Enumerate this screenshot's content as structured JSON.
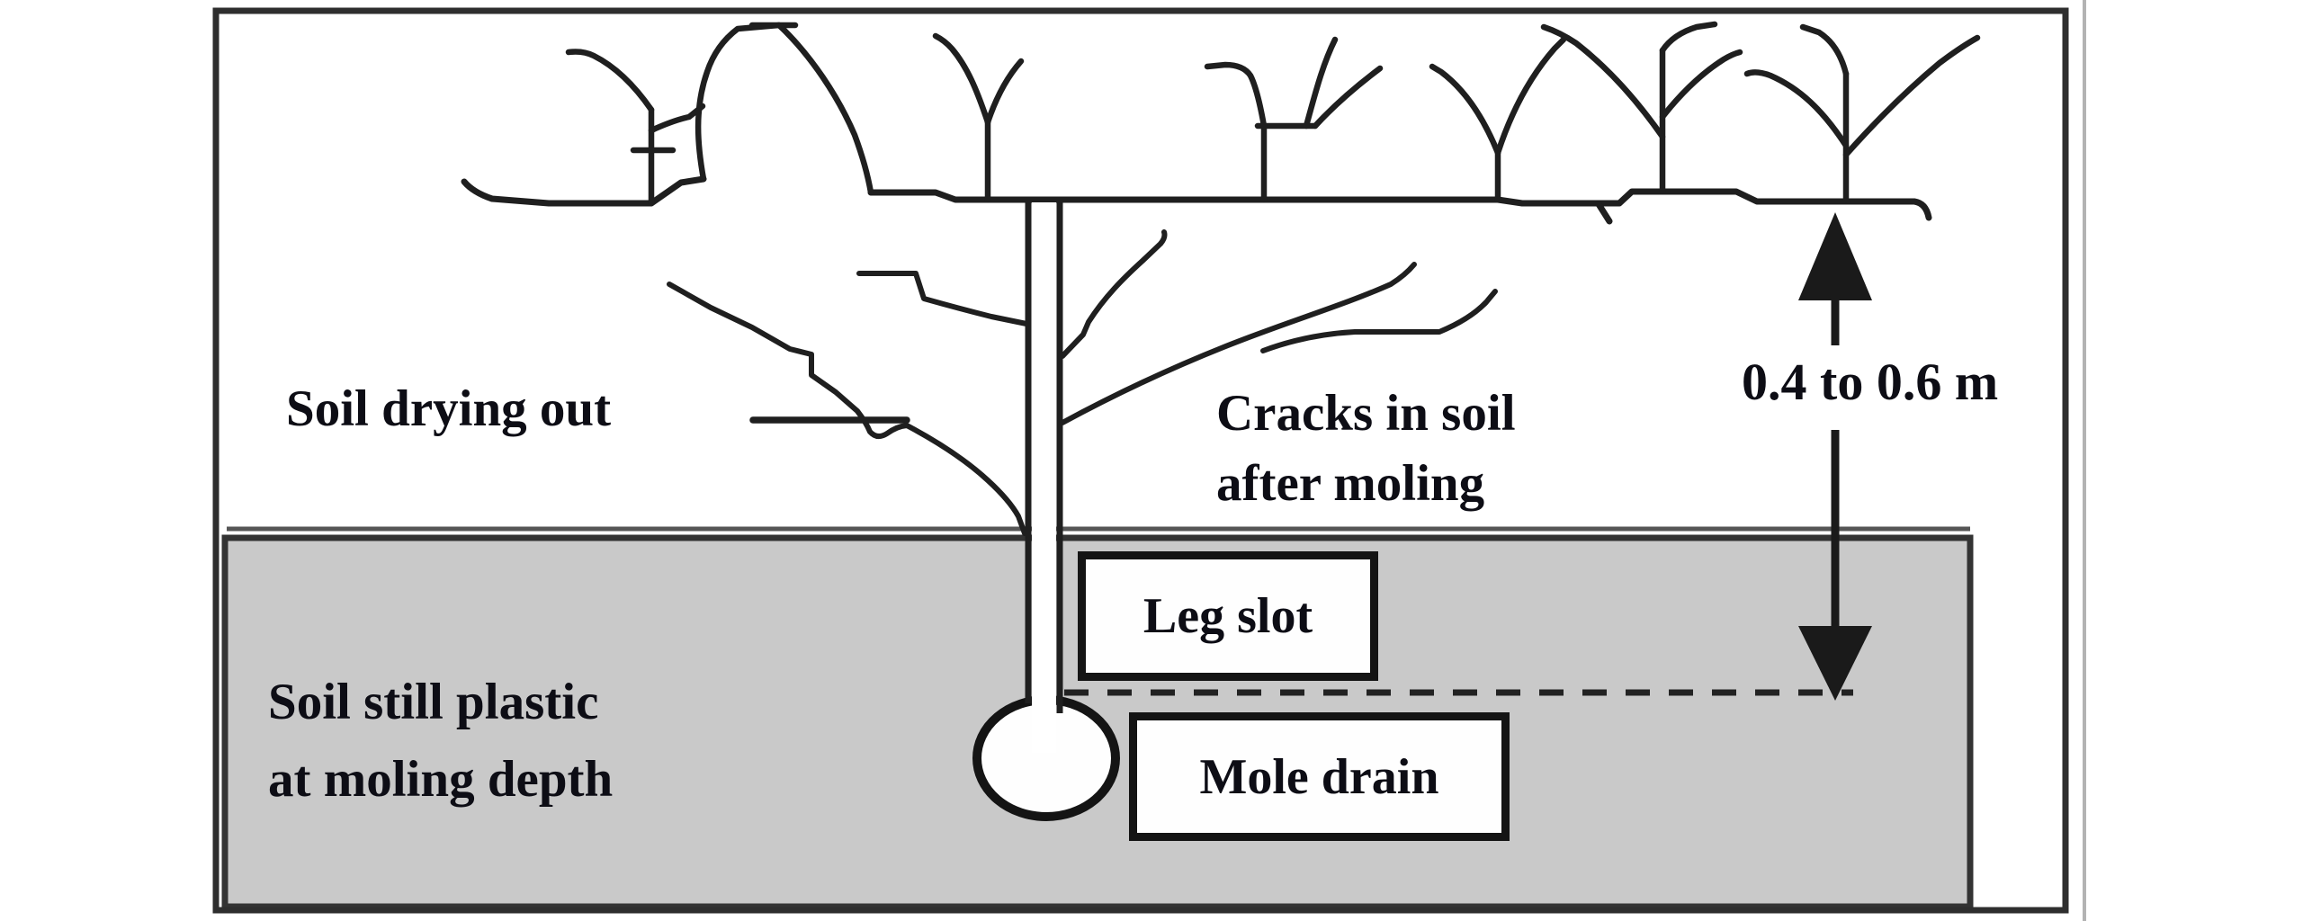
{
  "diagram": {
    "description": "Cross-section schematic of mole drainage in soil",
    "labels": {
      "soil_drying": "Soil drying out",
      "cracks_line1": "Cracks in soil",
      "cracks_line2": "after moling",
      "soil_plastic_line1": "Soil still plastic",
      "soil_plastic_line2": "at moling depth",
      "depth_range": "0.4 to 0.6 m",
      "leg_slot": "Leg slot",
      "mole_drain": "Mole drain"
    },
    "colors": {
      "line_black": "#1f1f1f",
      "border_dark": "#2e2e2e",
      "soil_gray": "#c9c9c9",
      "soil_border": "#3a3a3a",
      "text_dark": "#0d0d15",
      "page_edge_gray": "#b3b3b3",
      "white": "#fefefe"
    }
  }
}
